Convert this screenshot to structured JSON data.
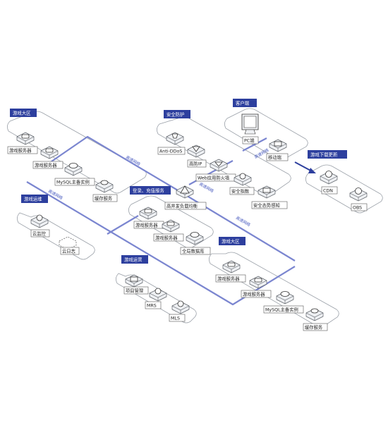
{
  "colors": {
    "accent": "#2d3f9e",
    "network_line": "#7b86d0",
    "panel_fill": "#ffffff",
    "panel_stroke": "#9aa0a8",
    "tile_fill": "#eef0f3",
    "tile_stroke": "#5a5f66"
  },
  "zones": {
    "lobby1": {
      "tag": "游戏大区",
      "game_server_a": "游戏服务器",
      "game_server_b": "游戏服务器",
      "mysql": "MySQL主备实例",
      "cache": "缓存服务"
    },
    "security": {
      "tag": "安全防护",
      "anti_ddos": "Anti-DDoS",
      "high_ip": "高防IP",
      "waf": "Web应用防火墙",
      "security_index": "安全指数",
      "situation": "安全态势感知"
    },
    "client": {
      "tag": "客户端",
      "pc": "PC端",
      "mobile": "移动端"
    },
    "download": {
      "tag": "游戏下载更新",
      "cdn": "CDN",
      "obs": "OBS"
    },
    "ops": {
      "tag": "游戏运维",
      "monitor": "云监控",
      "log": "云日志"
    },
    "login": {
      "tag": "登录、充值服务",
      "elb": "高并发负载均衡",
      "game_server_a": "游戏服务器",
      "game_server_b": "游戏服务器",
      "global_db": "全局数据库"
    },
    "lobby2": {
      "tag": "游戏大区",
      "game_server_a": "游戏服务器",
      "game_server_b": "游戏服务器",
      "mysql": "MySQL主备实例",
      "cache": "缓存服务"
    },
    "operations": {
      "tag": "游戏运营",
      "project": "项目管理",
      "mrs": "MRS",
      "mls": "MLS"
    }
  },
  "network_labels": [
    "高速网络",
    "高速网络",
    "高速网络",
    "高速网络",
    "高速网络"
  ]
}
